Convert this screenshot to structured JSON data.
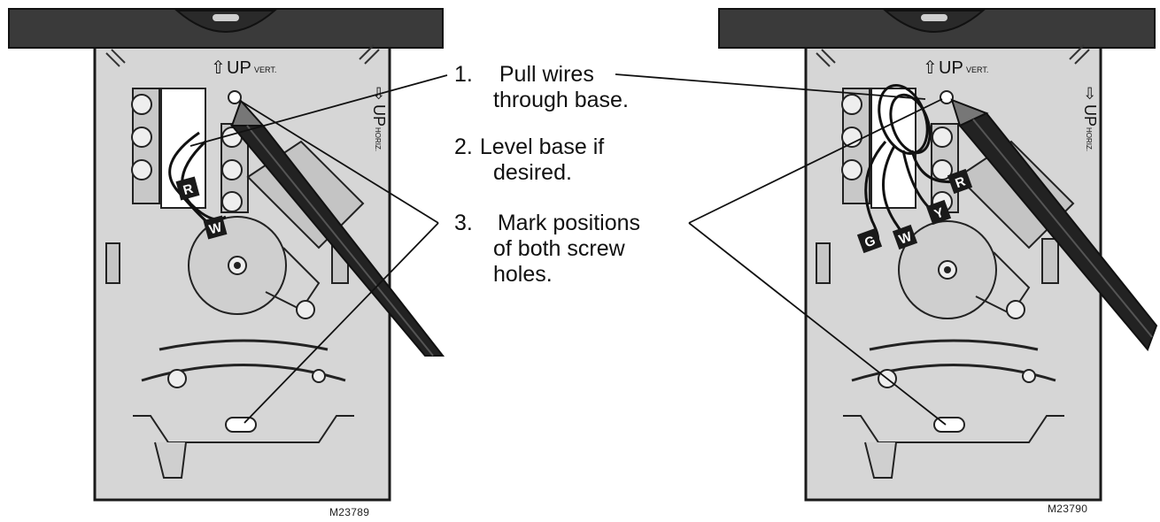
{
  "left_figure": {
    "up_vert_label": {
      "arrow": "⇧",
      "up": "UP",
      "sub": "VERT."
    },
    "up_horz_label": {
      "arrow": "⇨",
      "up": "UP",
      "sub": "HORIZ."
    },
    "wire_tags": [
      "R",
      "W"
    ],
    "figure_code": "M23789"
  },
  "right_figure": {
    "up_vert_label": {
      "arrow": "⇧",
      "up": "UP",
      "sub": "VERT."
    },
    "up_horz_label": {
      "arrow": "⇨",
      "up": "UP",
      "sub": "HORIZ."
    },
    "wire_tags": [
      "G",
      "W",
      "Y",
      "R"
    ],
    "figure_code": "M23790"
  },
  "steps": [
    {
      "number": "1.",
      "lines": [
        "Pull wires",
        "through base."
      ]
    },
    {
      "number": "2.",
      "lines": [
        "Level base if",
        "desired."
      ]
    },
    {
      "number": "3.",
      "lines": [
        "Mark positions",
        "of both screw",
        "holes."
      ]
    }
  ],
  "colors": {
    "level_bar": "#3a3a3a",
    "base_plate": "#d6d6d6",
    "outline": "#1a1a1a",
    "pencil": "#222222",
    "tag_fill": "#1a1a1a",
    "tag_text": "#ffffff"
  }
}
